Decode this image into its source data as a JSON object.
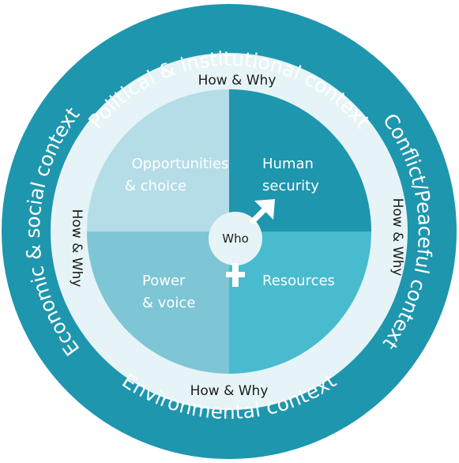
{
  "contexts": {
    "top": "Political & institutional context",
    "left": "Economic & social context",
    "right": "Conflict/Peaceful context",
    "bottom": "Environmental context"
  },
  "how_why": {
    "top": "How & Why",
    "left": "How & Why",
    "right": "How & Why",
    "bottom": "How & Why"
  },
  "quadrants": {
    "top_left": {
      "line1": "Opportunities",
      "line2": "& choice"
    },
    "top_right": {
      "line1": "Human",
      "line2": "security"
    },
    "bottom_left": {
      "line1": "Power",
      "line2": "& voice"
    },
    "bottom_right": {
      "line1": "Resources"
    }
  },
  "center": {
    "label": "Who",
    "male_symbol": "male-symbol-icon",
    "female_symbol": "female-symbol-icon"
  },
  "colors": {
    "outer_ring": "#1e96ae",
    "middle_ring": "#e6f4f7",
    "top_left": "#b4dde8",
    "top_right": "#1e96ae",
    "bottom_left": "#7ec5d6",
    "bottom_right": "#48bbcf",
    "center": "#e6f4f7",
    "symbol": "#ffffff"
  }
}
